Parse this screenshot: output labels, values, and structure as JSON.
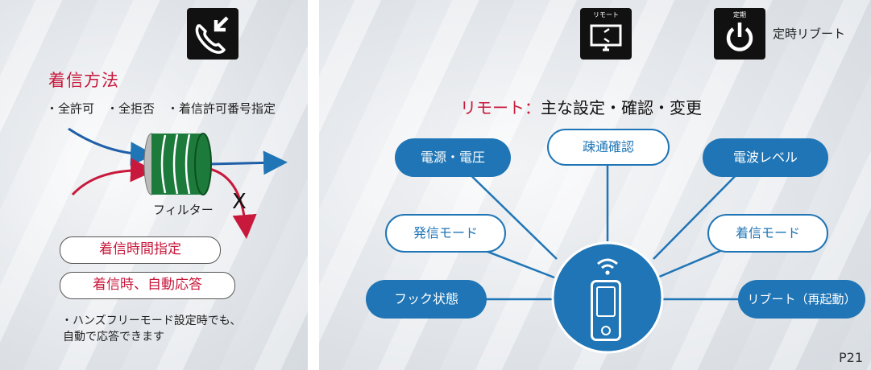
{
  "left": {
    "incoming_icon": "incoming-call-icon",
    "heading": "着信方法",
    "options_text": "・全許可　・全拒否　・着信許可番号指定",
    "filter_label": "フィルター",
    "x_mark": "X",
    "pill_time": "着信時間指定",
    "pill_auto": "着信時、自動応答",
    "note_line1": "・ハンズフリーモード設定時でも、",
    "note_line2": "自動で応答できます"
  },
  "right": {
    "remote_icon_label": "リモート",
    "remote_icon": "remote-monitor-icon",
    "reboot_icon_label": "定期",
    "reboot_icon": "power-icon",
    "reboot_text": "定時リブート",
    "heading_prefix": "リモート",
    "heading_colon": "：",
    "heading_rest": "主な設定・確認・変更",
    "nodes": {
      "power": "電源・電圧",
      "comm": "疎通確認",
      "signal": "電波レベル",
      "outgoing": "発信モード",
      "incoming": "着信モード",
      "hook": "フック状態",
      "reboot": "リブート（再起動）"
    },
    "device_icon": "phone-device-icon",
    "wifi_icon": "wifi-icon"
  },
  "page_number": "P21",
  "colors": {
    "accent_red": "#c8193c",
    "accent_blue": "#1f75b5",
    "filter_green": "#1c7a3a"
  }
}
